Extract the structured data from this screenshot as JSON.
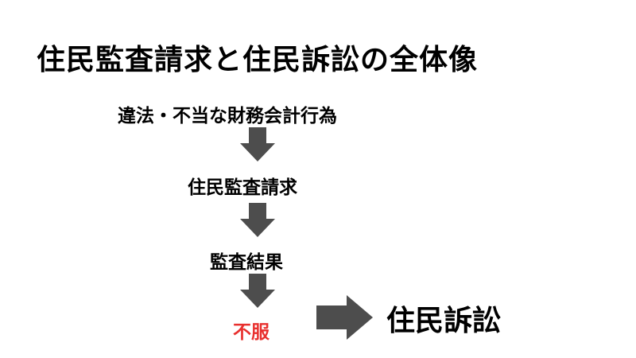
{
  "title": "住民監査請求と住民訴訟の全体像",
  "steps": [
    {
      "label": "違法・不当な財務会計行為"
    },
    {
      "label": "住民監査請求"
    },
    {
      "label": "監査結果"
    },
    {
      "label": "不服",
      "color": "#e8302e"
    }
  ],
  "result": "住民訴訟",
  "colors": {
    "arrow": "#4d4d4d",
    "highlight": "#e8302e",
    "text": "#000000"
  }
}
